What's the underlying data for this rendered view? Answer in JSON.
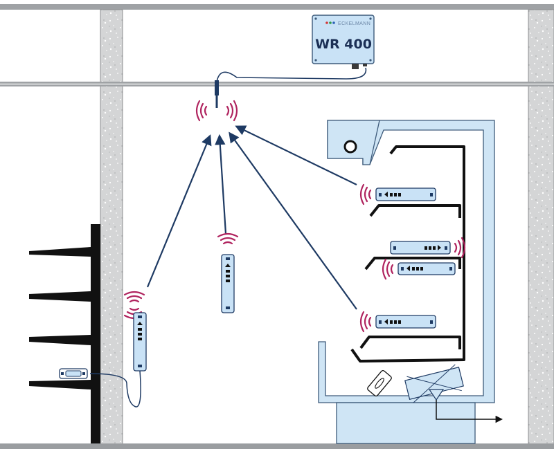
{
  "diagram": {
    "receiver": {
      "brand": "ECKELMANN",
      "model": "WR 400",
      "led_colors": [
        "#d23b3b",
        "#2e9b4a",
        "#2d62b8"
      ]
    },
    "colors": {
      "wall": "#d4d5d6",
      "wall_speckle": "#ffffff",
      "ceiling": "#9fa2a5",
      "case_fill": "#cfe5f5",
      "case_outline": "#3d5a7a",
      "shelf": "#111111",
      "signal": "#b0245f",
      "arrow": "#1e3a63",
      "sensor": "#c9e2f6",
      "floor": "#9a9da0"
    },
    "sensors": [
      {
        "id": "wall-sensor",
        "orientation": "vertical"
      },
      {
        "id": "free-standing-sensor",
        "orientation": "vertical"
      },
      {
        "id": "case-upper-shelf-sensor",
        "orientation": "horizontal"
      },
      {
        "id": "case-middle-shelf-sensor",
        "orientation": "horizontal"
      },
      {
        "id": "case-middle-lower-sensor",
        "orientation": "horizontal"
      },
      {
        "id": "case-bottom-shelf-sensor",
        "orientation": "horizontal"
      }
    ]
  }
}
